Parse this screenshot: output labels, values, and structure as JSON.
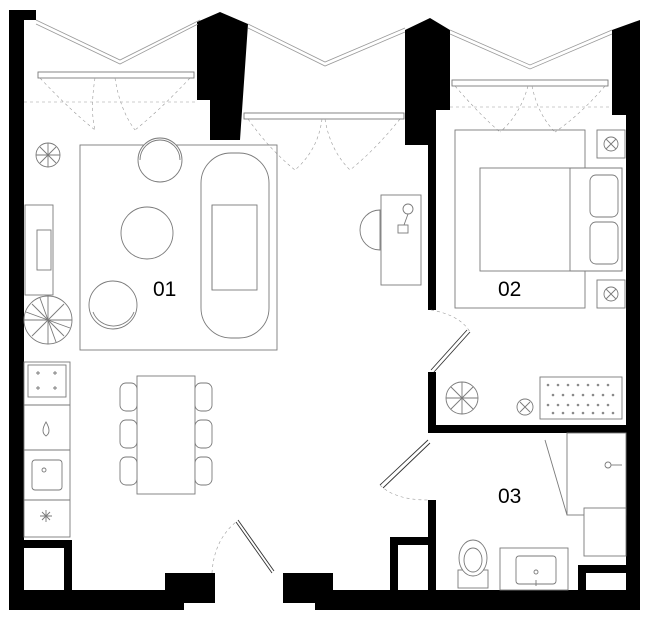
{
  "plan": {
    "rooms": [
      {
        "id": "01"
      },
      {
        "id": "02"
      },
      {
        "id": "03"
      }
    ],
    "colors": {
      "wall": "#000000",
      "line": "#8a8a8a",
      "background": "#ffffff"
    }
  }
}
